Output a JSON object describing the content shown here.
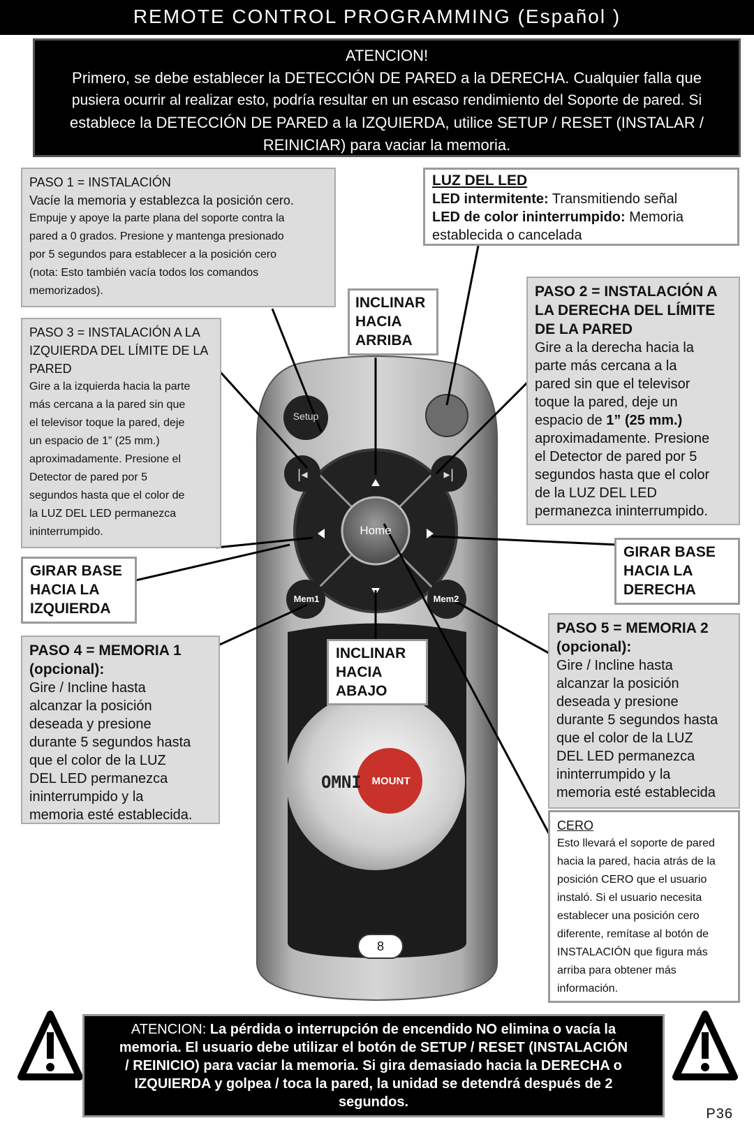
{
  "header": {
    "title": "REMOTE CONTROL PROGRAMMING (Español )"
  },
  "top_warning": {
    "heading": "ATENCION!",
    "line1": "Primero, se debe establecer la DETECCIÓN DE PARED a la DERECHA.  Cualquier falla que",
    "line2": "pusiera ocurrir al realizar esto, podría resultar en un escaso rendimiento del Soporte de pared.  Si",
    "line3": "establece la DETECCIÓN DE PARED a la IZQUIERDA, utilice SETUP / RESET (INSTALAR /",
    "line4": "REINICIAR) para vaciar la memoria."
  },
  "paso1": {
    "title": "PASO 1 = INSTALACIÓN",
    "subtitle": "Vacíe la memoria y establezca la posición cero.",
    "lines": [
      "Empuje y apoye la parte plana del soporte contra la",
      "pared a 0 grados. Presione y mantenga presionado",
      "por 5 segundos para establecer a la posición cero",
      "(nota: Esto también vacía todos los comandos",
      "memorizados)."
    ]
  },
  "paso3": {
    "title_lines": [
      "PASO 3 = INSTALACIÓN A LA",
      "IZQUIERDA DEL LÍMITE DE LA",
      "PARED"
    ],
    "lines": [
      "Gire a la izquierda hacia la parte",
      "más cercana a la pared sin que",
      "el televisor toque la pared, deje",
      "un espacio de 1”  (25 mm.)",
      "aproximadamente.  Presione el",
      "Detector de pared por 5",
      "segundos hasta que el color de",
      "la LUZ DEL LED permanezca",
      "ininterrumpido."
    ]
  },
  "girar_izq": {
    "lines": [
      "GIRAR BASE",
      "HACIA LA",
      "IZQUIERDA"
    ]
  },
  "paso4": {
    "title_lines": [
      "PASO 4 = MEMORIA 1",
      "(opcional):"
    ],
    "lines": [
      "Gire / Incline hasta",
      "alcanzar la posición",
      "deseada y presione",
      "durante 5 segundos hasta",
      "que el color de la LUZ",
      "DEL LED permanezca",
      "ininterrumpido y la",
      "memoria esté establecida."
    ]
  },
  "inclinar_arriba": {
    "lines": [
      "INCLINAR",
      "HACIA",
      "ARRIBA"
    ]
  },
  "inclinar_abajo": {
    "lines": [
      "INCLINAR",
      "HACIA",
      "ABAJO"
    ]
  },
  "luz_led": {
    "title": "LUZ DEL LED",
    "row1_bold": "LED intermitente:",
    "row1_text": "  Transmitiendo señal",
    "row2_bold": "LED de color ininterrumpido:",
    "row2_text": "  Memoria",
    "row3_text": "establecida o cancelada"
  },
  "paso2": {
    "title_lines": [
      "PASO 2 = INSTALACIÓN A",
      "LA DERECHA DEL LÍMITE",
      "DE LA PARED"
    ],
    "lines": [
      "Gire a la derecha hacia la",
      "parte más cercana a la",
      "pared sin que el televisor",
      "toque la pared, deje un"
    ],
    "line5_a": "espacio de ",
    "line5_b": "1” (25 mm.)",
    "lines2": [
      "aproximadamente.  Presione",
      "el Detector de pared por 5",
      "segundos hasta que el color",
      "de la LUZ DEL LED",
      "permanezca ininterrumpido."
    ]
  },
  "girar_der": {
    "lines": [
      "GIRAR BASE",
      "HACIA LA",
      "DERECHA"
    ]
  },
  "paso5": {
    "title_lines": [
      "PASO 5 = MEMORIA 2",
      "(opcional):"
    ],
    "lines": [
      "Gire / Incline hasta",
      "alcanzar la posición",
      "deseada y presione",
      "durante 5 segundos hasta",
      "que el color de la LUZ",
      "DEL LED permanezca",
      "ininterrumpido y la",
      "memoria esté establecida"
    ]
  },
  "cero": {
    "title": "CERO",
    "lines": [
      "Esto llevará el soporte de pared",
      "hacia la pared, hacia atrás de la",
      "posición CERO que el usuario",
      "instaló. Si el usuario necesita",
      "establecer una posición cero",
      "diferente, remítase al botón de",
      "INSTALACIÓN que figura más",
      "arriba para obtener más",
      "información."
    ]
  },
  "remote": {
    "setup": "Setup",
    "home": "Home",
    "mem1": "Mem1",
    "mem2": "Mem2",
    "logo_a": "OMNI",
    "logo_b": "MOUNT"
  },
  "page_badge": "8",
  "bottom_warning": {
    "lead": "ATENCION:",
    "line1": " La pérdida o interrupción de encendido NO elimina o vacía la",
    "line2": "memoria.  El usuario debe utilizar el botón de SETUP / RESET (INSTALACIÓN",
    "line3": "/ REINICIO) para vaciar la memoria.  Si gira demasiado hacia la DERECHA o",
    "line4": "IZQUIERDA y golpea / toca la pared, la unidad se detendrá después de 2",
    "line5": "segundos."
  },
  "page_number": "P36"
}
